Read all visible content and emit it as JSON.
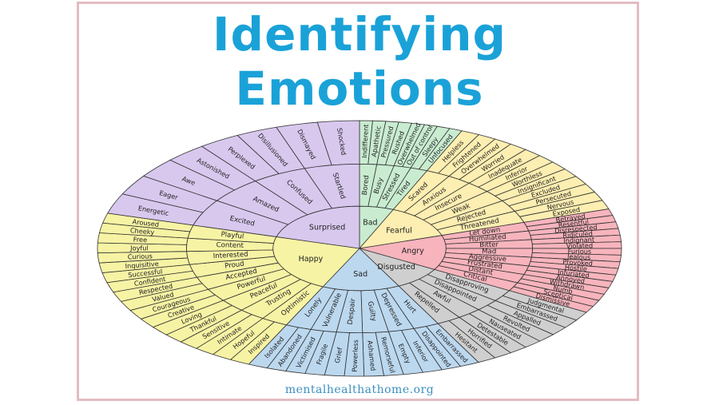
{
  "title": {
    "line1": "Identifying",
    "line2": "Emotions"
  },
  "footer": "mentalhealthathome.org",
  "colors": {
    "title": "#1aa2d8",
    "frame": "#e3bcc2",
    "bad": "#c9ecd1",
    "fearful": "#fdeeb1",
    "angry": "#f7b4bd",
    "disgusted": "#cfcfcf",
    "sad": "#bcd8ef",
    "happy": "#f7f3a4",
    "surprised": "#d8c8ee"
  },
  "wheel": [
    {
      "name": "Bad",
      "color": "#c9ecd1",
      "start": -90,
      "end": -67,
      "groups": [
        {
          "name": "Bored",
          "outer": [
            "Indifferent",
            "Apathetic"
          ]
        },
        {
          "name": "Busy",
          "outer": [
            "Pressured",
            "Rushed"
          ]
        },
        {
          "name": "Stressed",
          "outer": [
            "Overwhelmed",
            "Out of control"
          ]
        },
        {
          "name": "Tired",
          "outer": [
            "Sleepy",
            "Unfocused"
          ]
        }
      ]
    },
    {
      "name": "Fearful",
      "color": "#fdeeb1",
      "start": -67,
      "end": -18,
      "groups": [
        {
          "name": "Scared",
          "outer": [
            "Helpless",
            "Frightened"
          ]
        },
        {
          "name": "Anxious",
          "outer": [
            "Overwhelmed",
            "Worried"
          ]
        },
        {
          "name": "Insecure",
          "outer": [
            "Inadequate",
            "Inferior"
          ]
        },
        {
          "name": "Weak",
          "outer": [
            "Worthless",
            "Insignificant"
          ]
        },
        {
          "name": "Rejected",
          "outer": [
            "Excluded",
            "Persecuted"
          ]
        },
        {
          "name": "Threatened",
          "outer": [
            "Nervous",
            "Exposed"
          ]
        }
      ]
    },
    {
      "name": "Angry",
      "color": "#f7b4bd",
      "start": -18,
      "end": 30,
      "groups": [
        {
          "name": "Let down",
          "outer": [
            "Betrayed",
            "Resentful"
          ]
        },
        {
          "name": "Humiliated",
          "outer": [
            "Disrespected",
            "Ridiculed"
          ]
        },
        {
          "name": "Bitter",
          "outer": [
            "Indignant",
            "Violated"
          ]
        },
        {
          "name": "Mad",
          "outer": [
            "Furious",
            "Jealous"
          ]
        },
        {
          "name": "Aggressive",
          "outer": [
            "Provoked",
            "Hostile"
          ]
        },
        {
          "name": "Frustrated",
          "outer": [
            "Infuriated",
            "Annoyed"
          ]
        },
        {
          "name": "Distant",
          "outer": [
            "Withdrawn",
            "Numb"
          ]
        },
        {
          "name": "Critical",
          "outer": [
            "Sceptical",
            "Dismissive"
          ]
        }
      ]
    },
    {
      "name": "Disgusted",
      "color": "#cfcfcf",
      "start": 30,
      "end": 63,
      "groups": [
        {
          "name": "Disapproving",
          "outer": [
            "Judgmental",
            "Embarrassed"
          ]
        },
        {
          "name": "Disappointed",
          "outer": [
            "Appalled",
            "Revolted"
          ]
        },
        {
          "name": "Awful",
          "outer": [
            "Nauseated",
            "Detestable"
          ]
        },
        {
          "name": "Repelled",
          "outer": [
            "Horrified",
            "Hesitant"
          ]
        }
      ]
    },
    {
      "name": "Sad",
      "color": "#bcd8ef",
      "start": 63,
      "end": 115,
      "groups": [
        {
          "name": "Hurt",
          "outer": [
            "Embarrassed",
            "Disappointed"
          ]
        },
        {
          "name": "Depressed",
          "outer": [
            "Inferior",
            "Empty"
          ]
        },
        {
          "name": "Guilty",
          "outer": [
            "Remorseful",
            "Ashamed"
          ]
        },
        {
          "name": "Despair",
          "outer": [
            "Powerless",
            "Grief"
          ]
        },
        {
          "name": "Vulnerable",
          "outer": [
            "Fragile",
            "Victimised"
          ]
        },
        {
          "name": "Lonely",
          "outer": [
            "Abandoned",
            "Isolated"
          ]
        }
      ]
    },
    {
      "name": "Happy",
      "color": "#f7f3a4",
      "start": 115,
      "end": 196,
      "groups": [
        {
          "name": "Optimistic",
          "outer": [
            "Inspired",
            "Hopeful"
          ]
        },
        {
          "name": "Trusting",
          "outer": [
            "Intimate",
            "Sensitive"
          ]
        },
        {
          "name": "Peaceful",
          "outer": [
            "Thankful",
            "Loving"
          ]
        },
        {
          "name": "Powerful",
          "outer": [
            "Creative",
            "Courageous"
          ]
        },
        {
          "name": "Accepted",
          "outer": [
            "Valued",
            "Respected"
          ]
        },
        {
          "name": "Proud",
          "outer": [
            "Confident",
            "Successful"
          ]
        },
        {
          "name": "Interested",
          "outer": [
            "Inquisitive",
            "Curious"
          ]
        },
        {
          "name": "Content",
          "outer": [
            "Joyful",
            "Free"
          ]
        },
        {
          "name": "Playful",
          "outer": [
            "Cheeky",
            "Aroused"
          ]
        }
      ]
    },
    {
      "name": "Surprised",
      "color": "#d8c8ee",
      "start": 196,
      "end": 270,
      "groups": [
        {
          "name": "Excited",
          "outer": [
            "Energetic",
            "Eager"
          ]
        },
        {
          "name": "Amazed",
          "outer": [
            "Awe",
            "Astonished"
          ]
        },
        {
          "name": "Confused",
          "outer": [
            "Perplexed",
            "Disillusioned"
          ]
        },
        {
          "name": "Startled",
          "outer": [
            "Dismayed",
            "Shocked"
          ]
        }
      ]
    }
  ]
}
